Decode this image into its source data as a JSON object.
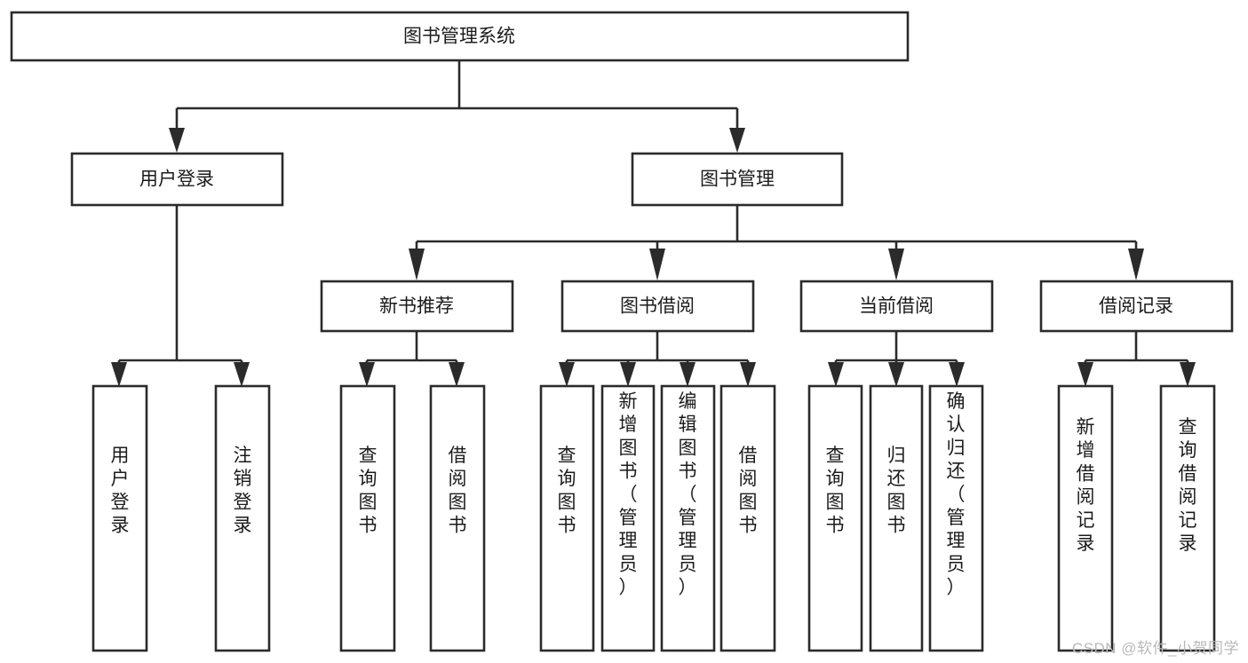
{
  "diagram": {
    "title": "图书管理系统",
    "type": "tree-hierarchy-diagram",
    "root": {
      "id": "root",
      "label": "图书管理系统",
      "orientation": "horizontal"
    },
    "level1": [
      {
        "id": "user-login",
        "label": "用户登录",
        "orientation": "horizontal"
      },
      {
        "id": "book-management",
        "label": "图书管理",
        "orientation": "horizontal"
      }
    ],
    "level2": [
      {
        "id": "new-book-recommend",
        "label": "新书推荐",
        "parent": "book-management",
        "orientation": "horizontal"
      },
      {
        "id": "book-borrow",
        "label": "图书借阅",
        "parent": "book-management",
        "orientation": "horizontal"
      },
      {
        "id": "current-borrow",
        "label": "当前借阅",
        "parent": "book-management",
        "orientation": "horizontal"
      },
      {
        "id": "borrow-record",
        "label": "借阅记录",
        "parent": "book-management",
        "orientation": "horizontal"
      }
    ],
    "leaves": [
      {
        "id": "leaf-user-login",
        "label": "用户登录",
        "parent": "user-login",
        "orientation": "vertical"
      },
      {
        "id": "leaf-user-logout",
        "label": "注销登录",
        "parent": "user-login",
        "orientation": "vertical"
      },
      {
        "id": "leaf-query-book-1",
        "label": "查询图书",
        "parent": "new-book-recommend",
        "orientation": "vertical"
      },
      {
        "id": "leaf-borrow-book-1",
        "label": "借阅图书",
        "parent": "new-book-recommend",
        "orientation": "vertical"
      },
      {
        "id": "leaf-query-book-2",
        "label": "查询图书",
        "parent": "book-borrow",
        "orientation": "vertical"
      },
      {
        "id": "leaf-add-book",
        "label": "新增图书（管理员）",
        "parent": "book-borrow",
        "orientation": "vertical"
      },
      {
        "id": "leaf-edit-book",
        "label": "编辑图书（管理员）",
        "parent": "book-borrow",
        "orientation": "vertical"
      },
      {
        "id": "leaf-borrow-book-2",
        "label": "借阅图书",
        "parent": "book-borrow",
        "orientation": "vertical"
      },
      {
        "id": "leaf-query-book-3",
        "label": "查询图书",
        "parent": "current-borrow",
        "orientation": "vertical"
      },
      {
        "id": "leaf-return-book",
        "label": "归还图书",
        "parent": "current-borrow",
        "orientation": "vertical"
      },
      {
        "id": "leaf-confirm-return",
        "label": "确认归还（管理员）",
        "parent": "current-borrow",
        "orientation": "vertical"
      },
      {
        "id": "leaf-add-record",
        "label": "新增借阅记录",
        "parent": "borrow-record",
        "orientation": "vertical"
      },
      {
        "id": "leaf-query-record",
        "label": "查询借阅记录",
        "parent": "borrow-record",
        "orientation": "vertical"
      }
    ]
  },
  "watermark": {
    "text": "CSDN @软件_小贺同学"
  },
  "colors": {
    "stroke": "#2b2b2b",
    "fill": "#ffffff",
    "text": "#1b1b1b",
    "watermark": "#b9b9b9"
  }
}
